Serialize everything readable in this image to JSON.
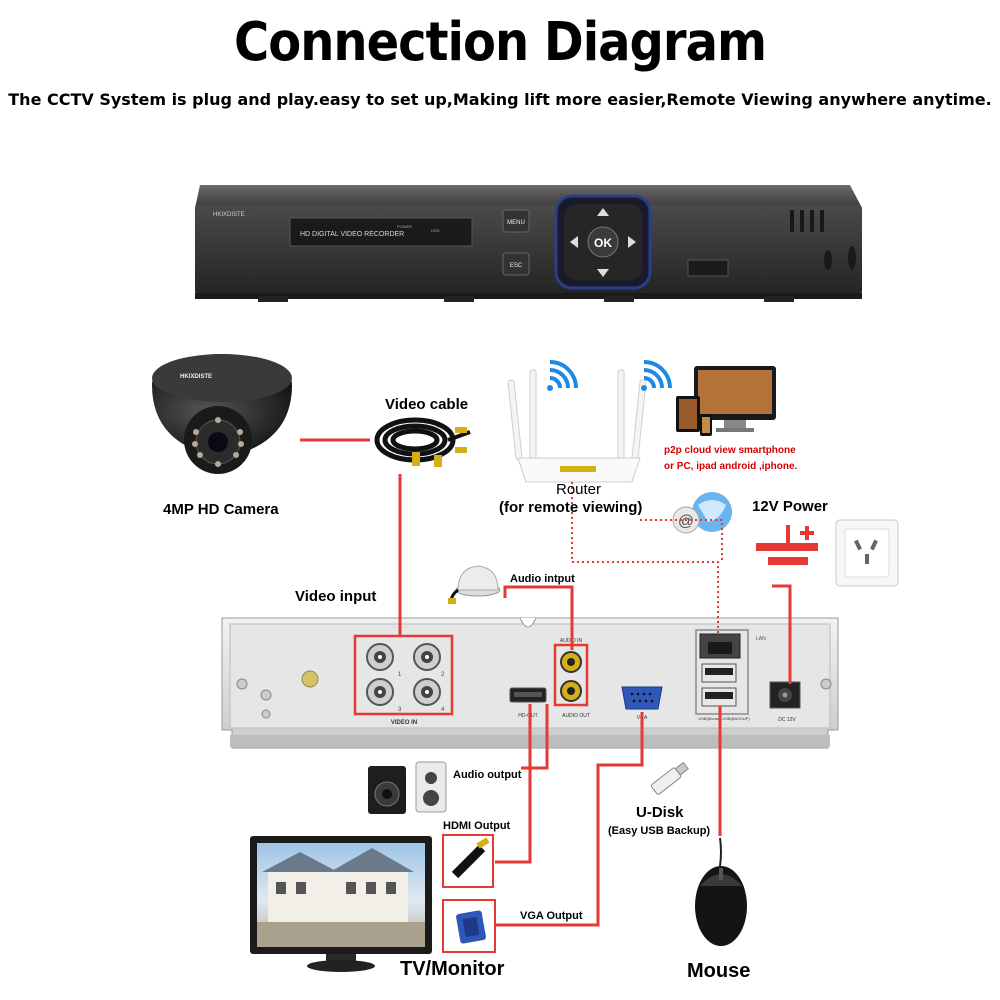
{
  "title": "Connection Diagram",
  "subtitle": "The CCTV System is plug and play.easy to set up,Making lift more easier,Remote Viewing anywhere anytime.",
  "front_panel": {
    "brand": "HKIXDISTE",
    "model_text": "HD DIGITAL VIDEO RECORDER",
    "power_text": "POWER",
    "hdd_text": "HDD",
    "menu_label": "MENU",
    "esc_label": "ESC",
    "ok_label": "OK"
  },
  "camera": {
    "label": "4MP HD Camera",
    "brand": "HKIXDISTE"
  },
  "video_cable": {
    "label": "Video cable"
  },
  "router": {
    "label_line1": "Router",
    "label_line2": "(for remote viewing)"
  },
  "cloud": {
    "line1": "p2p cloud  view smartphone",
    "line2": "or PC, ipad android ,iphone."
  },
  "power": {
    "label": "12V Power"
  },
  "video_input": {
    "label": "Video input"
  },
  "audio_input": {
    "label": "Audio intput"
  },
  "back_panel": {
    "video_in": "VIDEO IN",
    "hd_out": "HD-OUT",
    "audio_in": "AUDIO IN",
    "audio_out": "AUDIO OUT",
    "vga": "VGA",
    "lan": "LAN",
    "usb": "USB(Mouse)  USB(BACKUP)",
    "dc": "DC 12V",
    "ch_numbers": [
      "1",
      "2",
      "3",
      "4"
    ]
  },
  "audio_output": {
    "label": "Audio output"
  },
  "hdmi_output": {
    "label": "HDMI Output"
  },
  "vga_output": {
    "label": "VGA Output"
  },
  "udisk": {
    "label": "U-Disk",
    "sublabel": "(Easy USB Backup)"
  },
  "monitor": {
    "label": "TV/Monitor"
  },
  "mouse": {
    "label": "Mouse"
  },
  "colors": {
    "cable_red": "#e53935",
    "dotted_red": "#e53935",
    "device_dark": "#2a2a2a"
  }
}
